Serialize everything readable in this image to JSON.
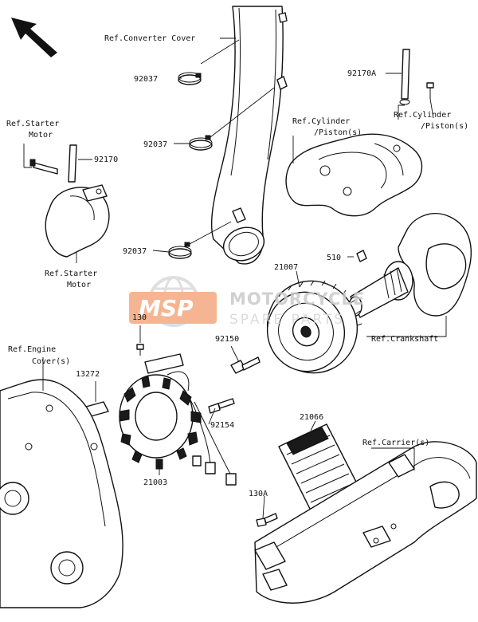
{
  "labels": {
    "ref_converter_cover": "Ref.Converter Cover",
    "p92037_a": "92037",
    "p92037_b": "92037",
    "p92037_c": "92037",
    "p92170a": "92170A",
    "ref_cyl_left_1": "Ref.Cylinder",
    "ref_cyl_left_2": "/Piston(s)",
    "ref_cyl_right_1": "Ref.Cylinder",
    "ref_cyl_right_2": "/Piston(s)",
    "ref_starter_top_1": "Ref.Starter",
    "ref_starter_top_2": "Motor",
    "p92170": "92170",
    "ref_starter_bottom_1": "Ref.Starter",
    "ref_starter_bottom_2": "Motor",
    "p510": "510",
    "p21007": "21007",
    "p130": "130",
    "p92150": "92150",
    "ref_crankshaft": "Ref.Crankshaft",
    "ref_engine_cover_1": "Ref.Engine",
    "ref_engine_cover_2": "Cover(s)",
    "p13272": "13272",
    "p92154": "92154",
    "p21003": "21003",
    "p21066": "21066",
    "ref_carrier": "Ref.Carrier(s)",
    "p130a": "130A"
  },
  "watermark": {
    "logo": "MSP",
    "line1": "MOTORCYCLE",
    "line2": "SPARE PARTS",
    "color": "#f5a97f"
  },
  "icons": {
    "front_arrow": "arrow-up-left-icon"
  }
}
